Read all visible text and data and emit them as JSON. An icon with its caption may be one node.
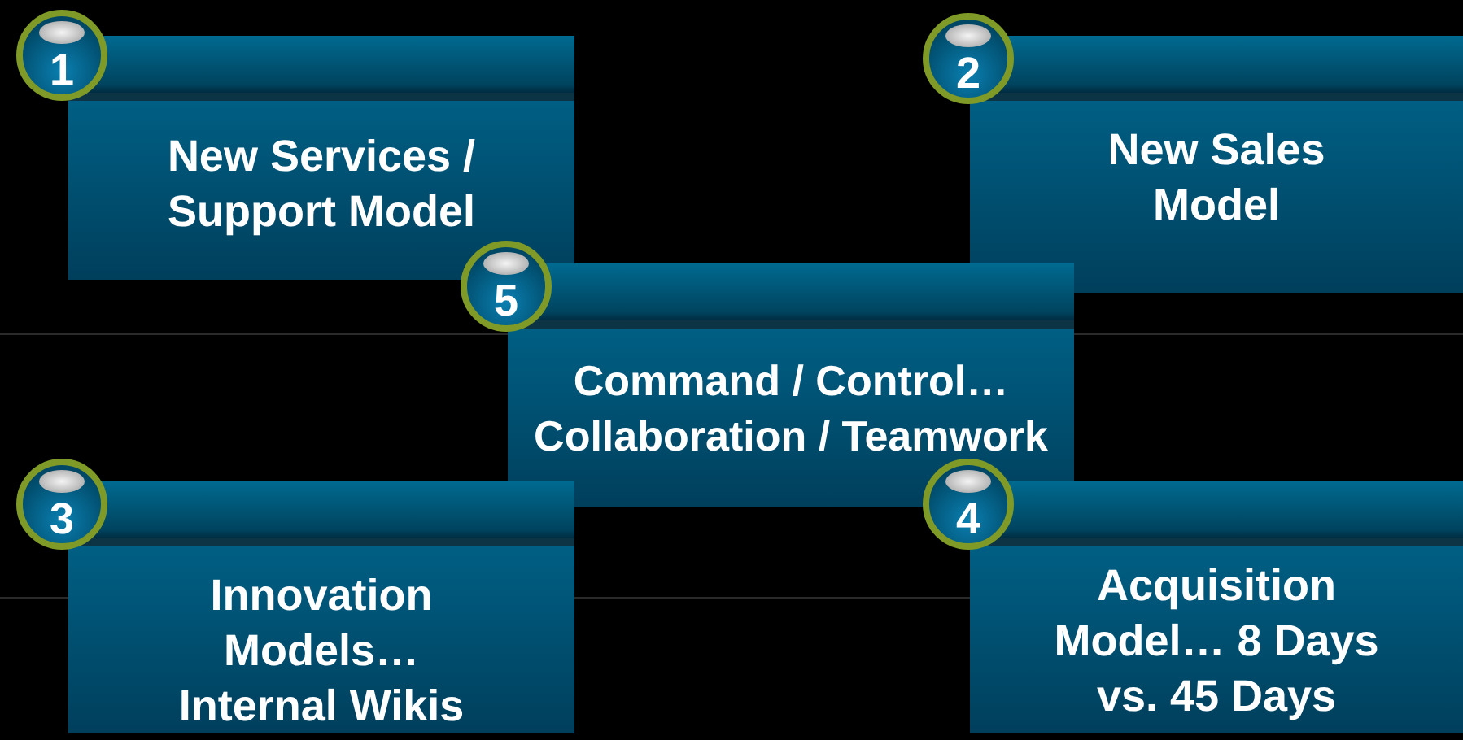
{
  "diagram": {
    "nodes": [
      {
        "text": [
          "1",
          "New Services / Support Model"
        ]
      },
      {
        "text": [
          "2",
          "New Sales Model"
        ]
      },
      {
        "text": [
          "5",
          "Command / Control… Collaboration / Teamwork"
        ]
      },
      {
        "text": [
          "3",
          "Innovation Models… Internal Wikis"
        ]
      },
      {
        "text": [
          "4",
          "Acquisition Model… 8 Days vs. 45 Days"
        ]
      }
    ]
  }
}
